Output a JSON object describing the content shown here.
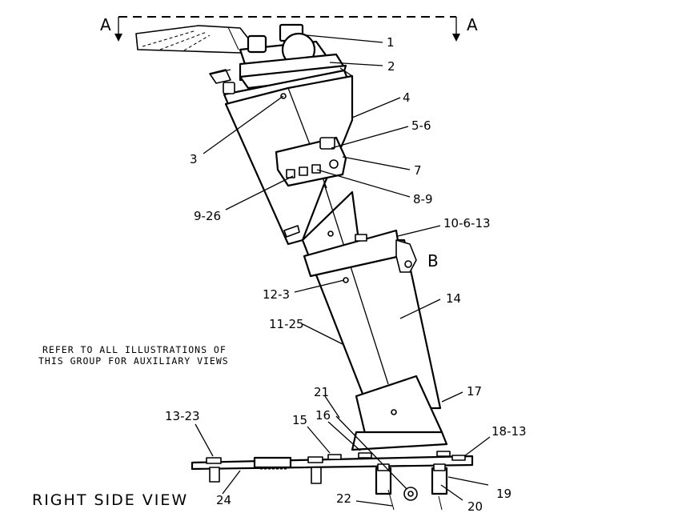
{
  "view_title": "RIGHT SIDE VIEW",
  "note_lines": [
    "REFER TO ALL ILLUSTRATIONS OF",
    "THIS GROUP FOR AUXILIARY VIEWS"
  ],
  "section_markers": {
    "left": "A",
    "right": "A",
    "detail": "B"
  },
  "callouts": {
    "c1": "1",
    "c2": "2",
    "c3": "3",
    "c4": "4",
    "c5": "5-6",
    "c6": "7",
    "c7": "8-9",
    "c8": "9-26",
    "c9": "10-6-13",
    "c10": "12-3",
    "c11": "14",
    "c12": "11-25",
    "c13": "17",
    "c14": "21",
    "c15": "13-23",
    "c16": "15",
    "c17": "16",
    "c18": "18-13",
    "c19": "19",
    "c20": "20",
    "c21": "22",
    "c22": "24"
  }
}
